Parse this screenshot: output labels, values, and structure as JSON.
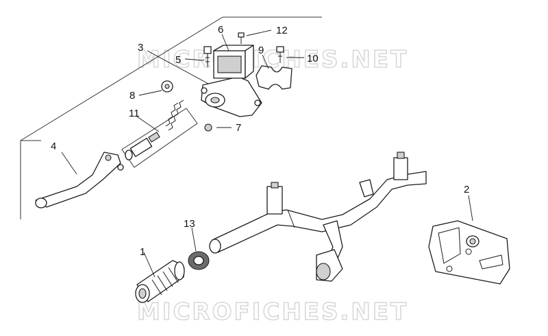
{
  "watermark": "MICROFICHES.NET",
  "callouts": {
    "c1": "1",
    "c2": "2",
    "c3": "3",
    "c4": "4",
    "c5": "5",
    "c6": "6",
    "c7": "7",
    "c8": "8",
    "c9": "9",
    "c10": "10",
    "c11": "11",
    "c12": "12",
    "c13": "13"
  }
}
